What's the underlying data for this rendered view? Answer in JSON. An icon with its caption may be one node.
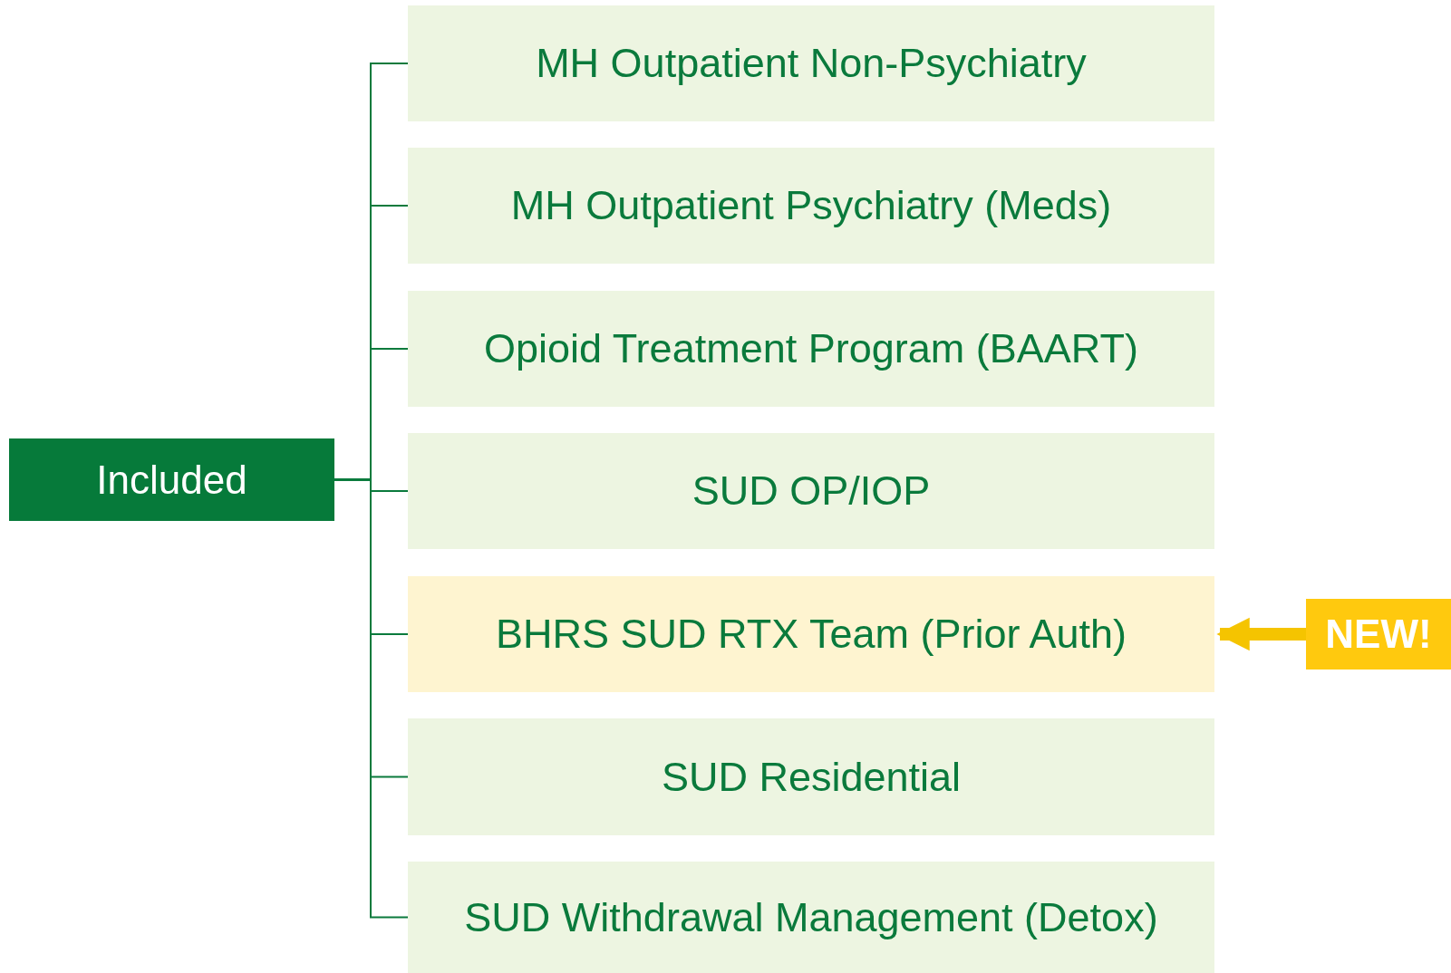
{
  "diagram": {
    "nodes": [
      {
        "text": [
          "Included"
        ]
      },
      {
        "text": [
          "MH Outpatient Non-Psychiatry"
        ]
      },
      {
        "text": [
          "MH Outpatient Psychiatry (Meds)"
        ]
      },
      {
        "text": [
          "Opioid Treatment Program (BAART)"
        ]
      },
      {
        "text": [
          "SUD OP/IOP"
        ]
      },
      {
        "text": [
          "BHRS SUD RTX Team (Prior Auth)"
        ]
      },
      {
        "text": [
          "SUD Residential"
        ]
      },
      {
        "text": [
          "SUD Withdrawal Management (Detox)"
        ]
      },
      {
        "text": [
          "NEW!"
        ]
      }
    ],
    "edges": [
      {
        "from": 0,
        "to": 1,
        "arrow": "none"
      },
      {
        "from": 0,
        "to": 2,
        "arrow": "none"
      },
      {
        "from": 0,
        "to": 3,
        "arrow": "none"
      },
      {
        "from": 0,
        "to": 4,
        "arrow": "none"
      },
      {
        "from": 0,
        "to": 5,
        "arrow": "none"
      },
      {
        "from": 0,
        "to": 6,
        "arrow": "none"
      },
      {
        "from": 0,
        "to": 7,
        "arrow": "none"
      },
      {
        "from": 8,
        "to": 5,
        "arrow": "to",
        "style": "thick",
        "color": "#f5c400"
      }
    ]
  }
}
